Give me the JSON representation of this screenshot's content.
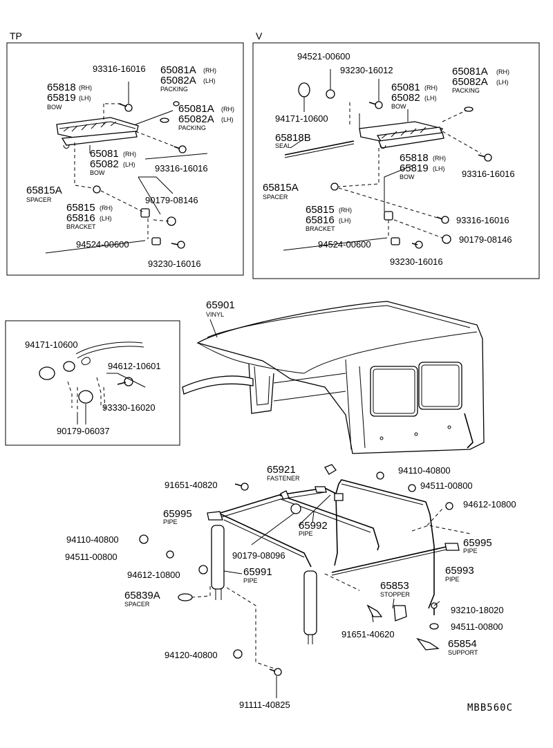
{
  "diagram": {
    "panel_tp": {
      "header": "TP"
    },
    "panel_v": {
      "header": "V"
    },
    "code": "MBB560C",
    "tp": {
      "p93316a": "93316-16016",
      "p65081_rh": "65081A",
      "p65081_rh_side": "(RH)",
      "p65082_lh": "65082A",
      "p65082_lh_side": "(LH)",
      "packing1": "PACKING",
      "p65818": "65818",
      "p65818_side": "(RH)",
      "p65819": "65819",
      "p65819_side": "(LH)",
      "bow1": "BOW",
      "p65081b": "65081A",
      "p65081b_side": "(RH)",
      "p65082b": "65082A",
      "p65082b_side": "(LH)",
      "packing2": "PACKING",
      "p65081": "65081",
      "p65081_side": "(RH)",
      "p65082": "65082",
      "p65082_side": "(LH)",
      "bow2": "BOW",
      "p93316b": "93316-16016",
      "p65815a": "65815A",
      "spacer": "SPACER",
      "p90179": "90179-08146",
      "p65815": "65815",
      "p65815_side": "(RH)",
      "p65816": "65816",
      "p65816_side": "(LH)",
      "bracket": "BRACKET",
      "p94524": "94524-00600",
      "p93230": "93230-16016"
    },
    "v": {
      "p94521": "94521-00600",
      "p93230a": "93230-16012",
      "p65081a": "65081A",
      "p65081a_side": "(RH)",
      "p65082a": "65082A",
      "p65082a_side": "(LH)",
      "packing": "PACKING",
      "p65081": "65081",
      "p65081_side": "(RH)",
      "p65082": "65082",
      "p65082_side": "(LH)",
      "bow1": "BOW",
      "p94171": "94171-10600",
      "p65818b": "65818B",
      "seal": "SEAL",
      "p65818": "65818",
      "p65818_side": "(RH)",
      "p65819": "65819",
      "p65819_side": "(LH)",
      "bow2": "BOW",
      "p93316a": "93316-16016",
      "p65815a": "65815A",
      "spacer": "SPACER",
      "p65815": "65815",
      "p65815_side": "(RH)",
      "p65816": "65816",
      "p65816_side": "(LH)",
      "bracket": "BRACKET",
      "p93316b": "93316-16016",
      "p94524": "94524-00600",
      "p90179": "90179-08146",
      "p93230b": "93230-16016"
    },
    "detail": {
      "p94171": "94171-10600",
      "p94612": "94612-10601",
      "p93330": "93330-16020",
      "p90179": "90179-06037"
    },
    "vinyl": {
      "num": "65901",
      "name": "VINYL"
    },
    "frame": {
      "p65921": "65921",
      "fastener": "FASTENER",
      "p94110a": "94110-40800",
      "p91651a": "91651-40820",
      "p94511a": "94511-00800",
      "p94612a": "94612-10800",
      "p65995a": "65995",
      "pipe_a": "PIPE",
      "p65992": "65992",
      "pipe_b": "PIPE",
      "p94110b": "94110-40800",
      "p65995b": "65995",
      "pipe_c": "PIPE",
      "p94511b": "94511-00800",
      "p90179": "90179-08096",
      "p65993": "65993",
      "pipe_d": "PIPE",
      "p94612b": "94612-10800",
      "p65991": "65991",
      "pipe_e": "PIPE",
      "p65853": "65853",
      "stopper": "STOPPER",
      "p65839a": "65839A",
      "spacer": "SPACER",
      "p93210": "93210-18020",
      "p91651b": "91651-40620",
      "p94511c": "94511-00800",
      "p65854": "65854",
      "support": "SUPPORT",
      "p94120": "94120-40800",
      "p91111": "91111-40825"
    }
  }
}
